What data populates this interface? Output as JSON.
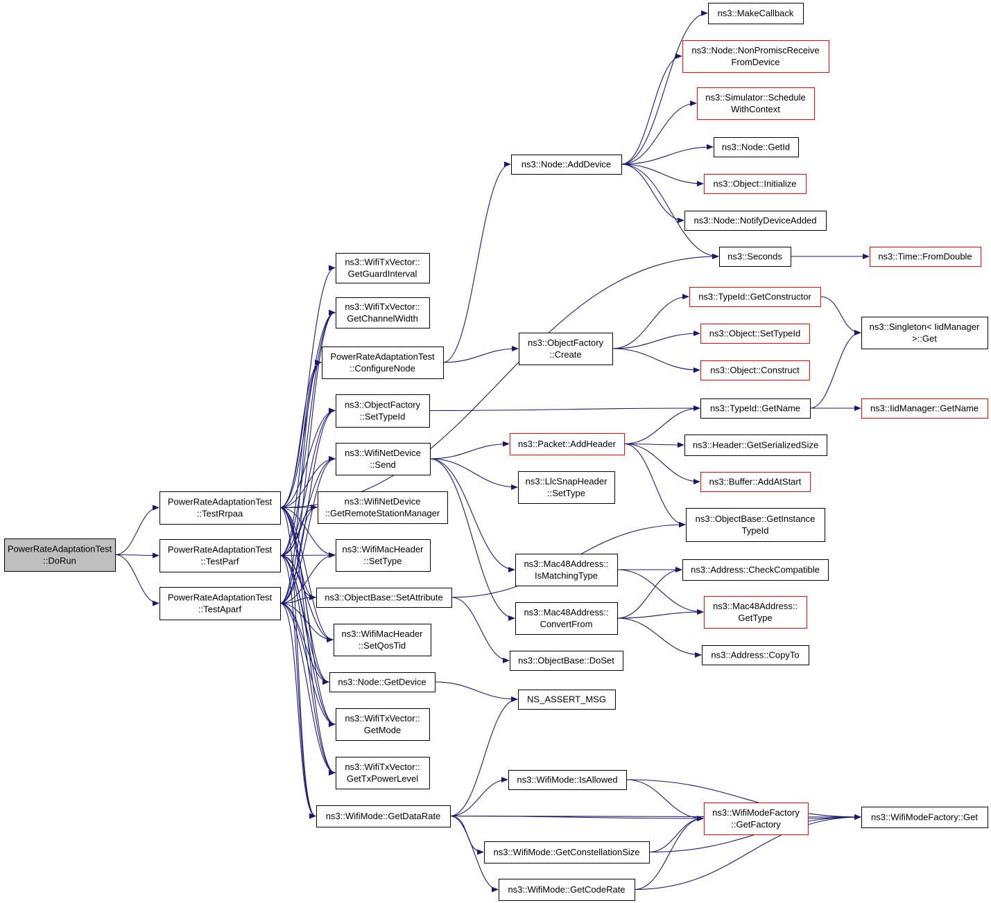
{
  "colors": {
    "edge": "#191970",
    "border_normal": "#000000",
    "border_truncated": "#ff0000",
    "root_fill": "#bfbfbf"
  },
  "nodes": [
    {
      "id": "dorun",
      "lines": [
        "PowerRateAdaptationTest",
        "::DoRun"
      ],
      "style": "root"
    },
    {
      "id": "testrrpaa",
      "lines": [
        "PowerRateAdaptationTest",
        "::TestRrpaa"
      ],
      "style": "black"
    },
    {
      "id": "testparf",
      "lines": [
        "PowerRateAdaptationTest",
        "::TestParf"
      ],
      "style": "black"
    },
    {
      "id": "testaparf",
      "lines": [
        "PowerRateAdaptationTest",
        "::TestAparf"
      ],
      "style": "black"
    },
    {
      "id": "getguard",
      "lines": [
        "ns3::WifiTxVector::",
        "GetGuardInterval"
      ],
      "style": "black"
    },
    {
      "id": "getchannel",
      "lines": [
        "ns3::WifiTxVector::",
        "GetChannelWidth"
      ],
      "style": "black"
    },
    {
      "id": "configure",
      "lines": [
        "PowerRateAdaptationTest",
        "::ConfigureNode"
      ],
      "style": "black"
    },
    {
      "id": "settypeid",
      "lines": [
        "ns3::ObjectFactory",
        "::SetTypeId"
      ],
      "style": "black"
    },
    {
      "id": "send",
      "lines": [
        "ns3::WifiNetDevice",
        "::Send"
      ],
      "style": "black"
    },
    {
      "id": "getremote",
      "lines": [
        "ns3::WifiNetDevice",
        "::GetRemoteStationManager"
      ],
      "style": "black"
    },
    {
      "id": "settype",
      "lines": [
        "ns3::WifiMacHeader",
        "::SetType"
      ],
      "style": "black"
    },
    {
      "id": "setattr",
      "lines": [
        "ns3::ObjectBase::SetAttribute"
      ],
      "style": "black"
    },
    {
      "id": "setqos",
      "lines": [
        "ns3::WifiMacHeader",
        "::SetQosTid"
      ],
      "style": "black"
    },
    {
      "id": "getdevice",
      "lines": [
        "ns3::Node::GetDevice"
      ],
      "style": "black"
    },
    {
      "id": "getmode",
      "lines": [
        "ns3::WifiTxVector::",
        "GetMode"
      ],
      "style": "black"
    },
    {
      "id": "gettxpower",
      "lines": [
        "ns3::WifiTxVector::",
        "GetTxPowerLevel"
      ],
      "style": "black"
    },
    {
      "id": "getdatarate",
      "lines": [
        "ns3::WifiMode::GetDataRate"
      ],
      "style": "black"
    },
    {
      "id": "adddevice",
      "lines": [
        "ns3::Node::AddDevice"
      ],
      "style": "black"
    },
    {
      "id": "create",
      "lines": [
        "ns3::ObjectFactory",
        "::Create"
      ],
      "style": "black"
    },
    {
      "id": "addheader",
      "lines": [
        "ns3::Packet::AddHeader"
      ],
      "style": "red"
    },
    {
      "id": "llcsettype",
      "lines": [
        "ns3::LlcSnapHeader",
        "::SetType"
      ],
      "style": "black"
    },
    {
      "id": "ismatching",
      "lines": [
        "ns3::Mac48Address::",
        "IsMatchingType"
      ],
      "style": "black"
    },
    {
      "id": "convertfrom",
      "lines": [
        "ns3::Mac48Address::",
        "ConvertFrom"
      ],
      "style": "black"
    },
    {
      "id": "doset",
      "lines": [
        "ns3::ObjectBase::DoSet"
      ],
      "style": "black"
    },
    {
      "id": "assert",
      "lines": [
        "NS_ASSERT_MSG"
      ],
      "style": "black"
    },
    {
      "id": "isallowed",
      "lines": [
        "ns3::WifiMode::IsAllowed"
      ],
      "style": "black"
    },
    {
      "id": "getconst",
      "lines": [
        "ns3::WifiMode::GetConstellationSize"
      ],
      "style": "black"
    },
    {
      "id": "getcoderate",
      "lines": [
        "ns3::WifiMode::GetCodeRate"
      ],
      "style": "black"
    },
    {
      "id": "makecallback",
      "lines": [
        "ns3::MakeCallback"
      ],
      "style": "black"
    },
    {
      "id": "nonpromisc",
      "lines": [
        "ns3::Node::NonPromiscReceive",
        "FromDevice"
      ],
      "style": "red"
    },
    {
      "id": "schedule",
      "lines": [
        "ns3::Simulator::Schedule",
        "WithContext"
      ],
      "style": "red"
    },
    {
      "id": "nodegetid",
      "lines": [
        "ns3::Node::GetId"
      ],
      "style": "black"
    },
    {
      "id": "initialize",
      "lines": [
        "ns3::Object::Initialize"
      ],
      "style": "red"
    },
    {
      "id": "notify",
      "lines": [
        "ns3::Node::NotifyDeviceAdded"
      ],
      "style": "black"
    },
    {
      "id": "seconds",
      "lines": [
        "ns3::Seconds"
      ],
      "style": "black"
    },
    {
      "id": "fromdouble",
      "lines": [
        "ns3::Time::FromDouble"
      ],
      "style": "red"
    },
    {
      "id": "getconstructor",
      "lines": [
        "ns3::TypeId::GetConstructor"
      ],
      "style": "red"
    },
    {
      "id": "objsettypeid",
      "lines": [
        "ns3::Object::SetTypeId"
      ],
      "style": "red"
    },
    {
      "id": "construct",
      "lines": [
        "ns3::Object::Construct"
      ],
      "style": "red"
    },
    {
      "id": "singleton",
      "lines": [
        "ns3::Singleton< IidManager",
        ">::Get"
      ],
      "style": "black"
    },
    {
      "id": "typeidgetname",
      "lines": [
        "ns3::TypeId::GetName"
      ],
      "style": "black"
    },
    {
      "id": "iidgetname",
      "lines": [
        "ns3::IidManager::GetName"
      ],
      "style": "red"
    },
    {
      "id": "serialized",
      "lines": [
        "ns3::Header::GetSerializedSize"
      ],
      "style": "black"
    },
    {
      "id": "addatstart",
      "lines": [
        "ns3::Buffer::AddAtStart"
      ],
      "style": "red"
    },
    {
      "id": "getinstance",
      "lines": [
        "ns3::ObjectBase::GetInstance",
        "TypeId"
      ],
      "style": "black"
    },
    {
      "id": "checkcompat",
      "lines": [
        "ns3::Address::CheckCompatible"
      ],
      "style": "black"
    },
    {
      "id": "macgettype",
      "lines": [
        "ns3::Mac48Address::",
        "GetType"
      ],
      "style": "red"
    },
    {
      "id": "copyto",
      "lines": [
        "ns3::Address::CopyTo"
      ],
      "style": "black"
    },
    {
      "id": "getfactory",
      "lines": [
        "ns3::WifiModeFactory",
        "::GetFactory"
      ],
      "style": "red"
    },
    {
      "id": "factoryget",
      "lines": [
        "ns3::WifiModeFactory::Get"
      ],
      "style": "black"
    }
  ],
  "edges": [
    [
      "dorun",
      "testrrpaa"
    ],
    [
      "dorun",
      "testparf"
    ],
    [
      "dorun",
      "testaparf"
    ],
    [
      "testrrpaa",
      "getguard"
    ],
    [
      "testrrpaa",
      "getchannel"
    ],
    [
      "testrrpaa",
      "configure"
    ],
    [
      "testrrpaa",
      "settypeid"
    ],
    [
      "testrrpaa",
      "send"
    ],
    [
      "testrrpaa",
      "getremote"
    ],
    [
      "testrrpaa",
      "settype"
    ],
    [
      "testrrpaa",
      "setattr"
    ],
    [
      "testrrpaa",
      "setqos"
    ],
    [
      "testrrpaa",
      "getdevice"
    ],
    [
      "testrrpaa",
      "getmode"
    ],
    [
      "testrrpaa",
      "gettxpower"
    ],
    [
      "testrrpaa",
      "getdatarate"
    ],
    [
      "testrrpaa",
      "seconds"
    ],
    [
      "testparf",
      "getchannel"
    ],
    [
      "testparf",
      "configure"
    ],
    [
      "testparf",
      "settypeid"
    ],
    [
      "testparf",
      "send"
    ],
    [
      "testparf",
      "getremote"
    ],
    [
      "testparf",
      "settype"
    ],
    [
      "testparf",
      "setattr"
    ],
    [
      "testparf",
      "setqos"
    ],
    [
      "testparf",
      "getdevice"
    ],
    [
      "testparf",
      "getmode"
    ],
    [
      "testparf",
      "gettxpower"
    ],
    [
      "testparf",
      "getdatarate"
    ],
    [
      "testaparf",
      "getchannel"
    ],
    [
      "testaparf",
      "configure"
    ],
    [
      "testaparf",
      "settypeid"
    ],
    [
      "testaparf",
      "send"
    ],
    [
      "testaparf",
      "getremote"
    ],
    [
      "testaparf",
      "settype"
    ],
    [
      "testaparf",
      "setattr"
    ],
    [
      "testaparf",
      "setqos"
    ],
    [
      "testaparf",
      "getdevice"
    ],
    [
      "testaparf",
      "getmode"
    ],
    [
      "testaparf",
      "gettxpower"
    ],
    [
      "testaparf",
      "getdatarate"
    ],
    [
      "configure",
      "adddevice"
    ],
    [
      "configure",
      "create"
    ],
    [
      "settypeid",
      "typeidgetname"
    ],
    [
      "send",
      "addheader"
    ],
    [
      "send",
      "llcsettype"
    ],
    [
      "send",
      "ismatching"
    ],
    [
      "send",
      "convertfrom"
    ],
    [
      "setattr",
      "getinstance"
    ],
    [
      "setattr",
      "doset"
    ],
    [
      "getdevice",
      "assert"
    ],
    [
      "getdatarate",
      "assert"
    ],
    [
      "getdatarate",
      "isallowed"
    ],
    [
      "getdatarate",
      "getfactory"
    ],
    [
      "getdatarate",
      "getconst"
    ],
    [
      "getdatarate",
      "getcoderate"
    ],
    [
      "getdatarate",
      "factoryget"
    ],
    [
      "adddevice",
      "makecallback"
    ],
    [
      "adddevice",
      "nonpromisc"
    ],
    [
      "adddevice",
      "schedule"
    ],
    [
      "adddevice",
      "nodegetid"
    ],
    [
      "adddevice",
      "initialize"
    ],
    [
      "adddevice",
      "notify"
    ],
    [
      "adddevice",
      "seconds"
    ],
    [
      "seconds",
      "fromdouble"
    ],
    [
      "create",
      "getconstructor"
    ],
    [
      "create",
      "objsettypeid"
    ],
    [
      "create",
      "construct"
    ],
    [
      "getconstructor",
      "singleton"
    ],
    [
      "typeidgetname",
      "singleton"
    ],
    [
      "typeidgetname",
      "iidgetname"
    ],
    [
      "addheader",
      "typeidgetname"
    ],
    [
      "addheader",
      "serialized"
    ],
    [
      "addheader",
      "addatstart"
    ],
    [
      "addheader",
      "getinstance"
    ],
    [
      "ismatching",
      "checkcompat"
    ],
    [
      "ismatching",
      "macgettype"
    ],
    [
      "convertfrom",
      "checkcompat"
    ],
    [
      "convertfrom",
      "macgettype"
    ],
    [
      "convertfrom",
      "copyto"
    ],
    [
      "isallowed",
      "getfactory"
    ],
    [
      "isallowed",
      "factoryget"
    ],
    [
      "getconst",
      "getfactory"
    ],
    [
      "getconst",
      "factoryget"
    ],
    [
      "getcoderate",
      "getfactory"
    ],
    [
      "getcoderate",
      "factoryget"
    ],
    [
      "getfactory",
      "factoryget"
    ]
  ]
}
